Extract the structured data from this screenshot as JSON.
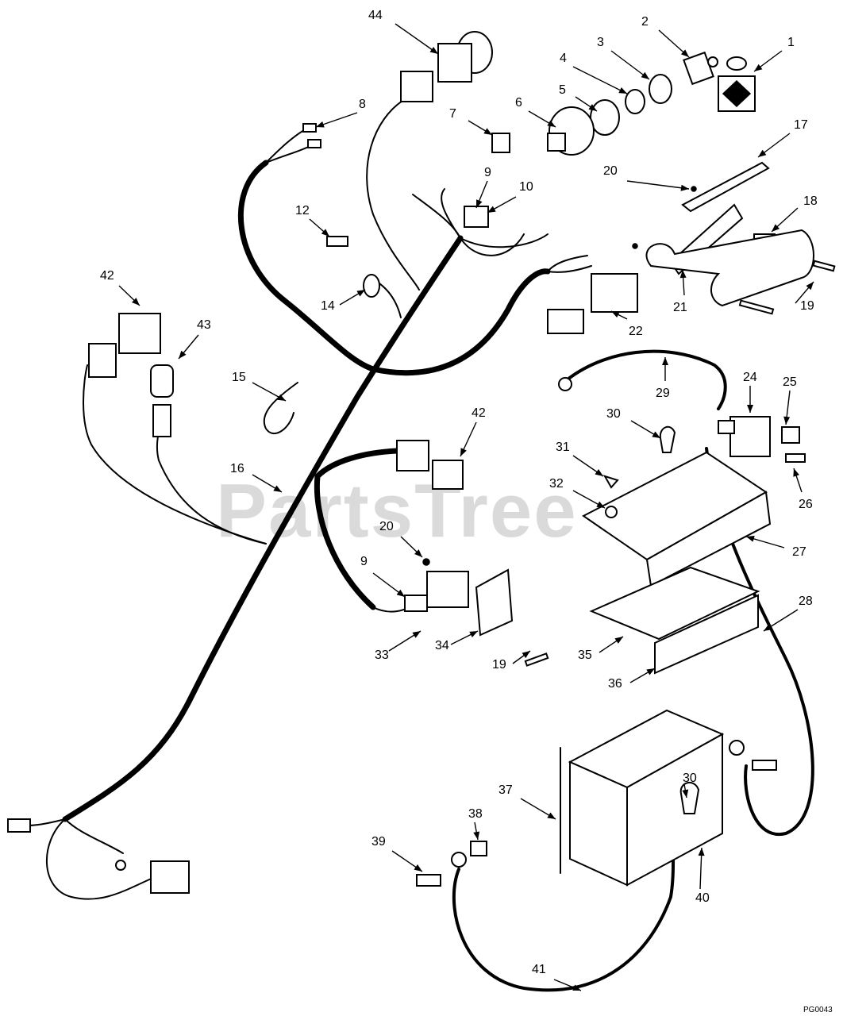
{
  "watermark": "PartsTree",
  "diagram_code": "PG0043",
  "callouts": [
    {
      "id": "c44",
      "label": "44"
    },
    {
      "id": "c2",
      "label": "2"
    },
    {
      "id": "c1",
      "label": "1"
    },
    {
      "id": "c3",
      "label": "3"
    },
    {
      "id": "c4",
      "label": "4"
    },
    {
      "id": "c5",
      "label": "5"
    },
    {
      "id": "c6",
      "label": "6"
    },
    {
      "id": "c7",
      "label": "7"
    },
    {
      "id": "c8",
      "label": "8"
    },
    {
      "id": "c17",
      "label": "17"
    },
    {
      "id": "c20a",
      "label": "20"
    },
    {
      "id": "c9a",
      "label": "9"
    },
    {
      "id": "c10",
      "label": "10"
    },
    {
      "id": "c12",
      "label": "12"
    },
    {
      "id": "c18",
      "label": "18"
    },
    {
      "id": "c42a",
      "label": "42"
    },
    {
      "id": "c14",
      "label": "14"
    },
    {
      "id": "c21",
      "label": "21"
    },
    {
      "id": "c19a",
      "label": "19"
    },
    {
      "id": "c22",
      "label": "22"
    },
    {
      "id": "c43",
      "label": "43"
    },
    {
      "id": "c15",
      "label": "15"
    },
    {
      "id": "c29",
      "label": "29"
    },
    {
      "id": "c24",
      "label": "24"
    },
    {
      "id": "c25",
      "label": "25"
    },
    {
      "id": "c30a",
      "label": "30"
    },
    {
      "id": "c42b",
      "label": "42"
    },
    {
      "id": "c31",
      "label": "31"
    },
    {
      "id": "c16",
      "label": "16"
    },
    {
      "id": "c32",
      "label": "32"
    },
    {
      "id": "c26",
      "label": "26"
    },
    {
      "id": "c27",
      "label": "27"
    },
    {
      "id": "c20b",
      "label": "20"
    },
    {
      "id": "c9b",
      "label": "9"
    },
    {
      "id": "c28",
      "label": "28"
    },
    {
      "id": "c34",
      "label": "34"
    },
    {
      "id": "c33",
      "label": "33"
    },
    {
      "id": "c19b",
      "label": "19"
    },
    {
      "id": "c35",
      "label": "35"
    },
    {
      "id": "c36",
      "label": "36"
    },
    {
      "id": "c37",
      "label": "37"
    },
    {
      "id": "c30b",
      "label": "30"
    },
    {
      "id": "c38",
      "label": "38"
    },
    {
      "id": "c39",
      "label": "39"
    },
    {
      "id": "c40",
      "label": "40"
    },
    {
      "id": "c41",
      "label": "41"
    }
  ]
}
